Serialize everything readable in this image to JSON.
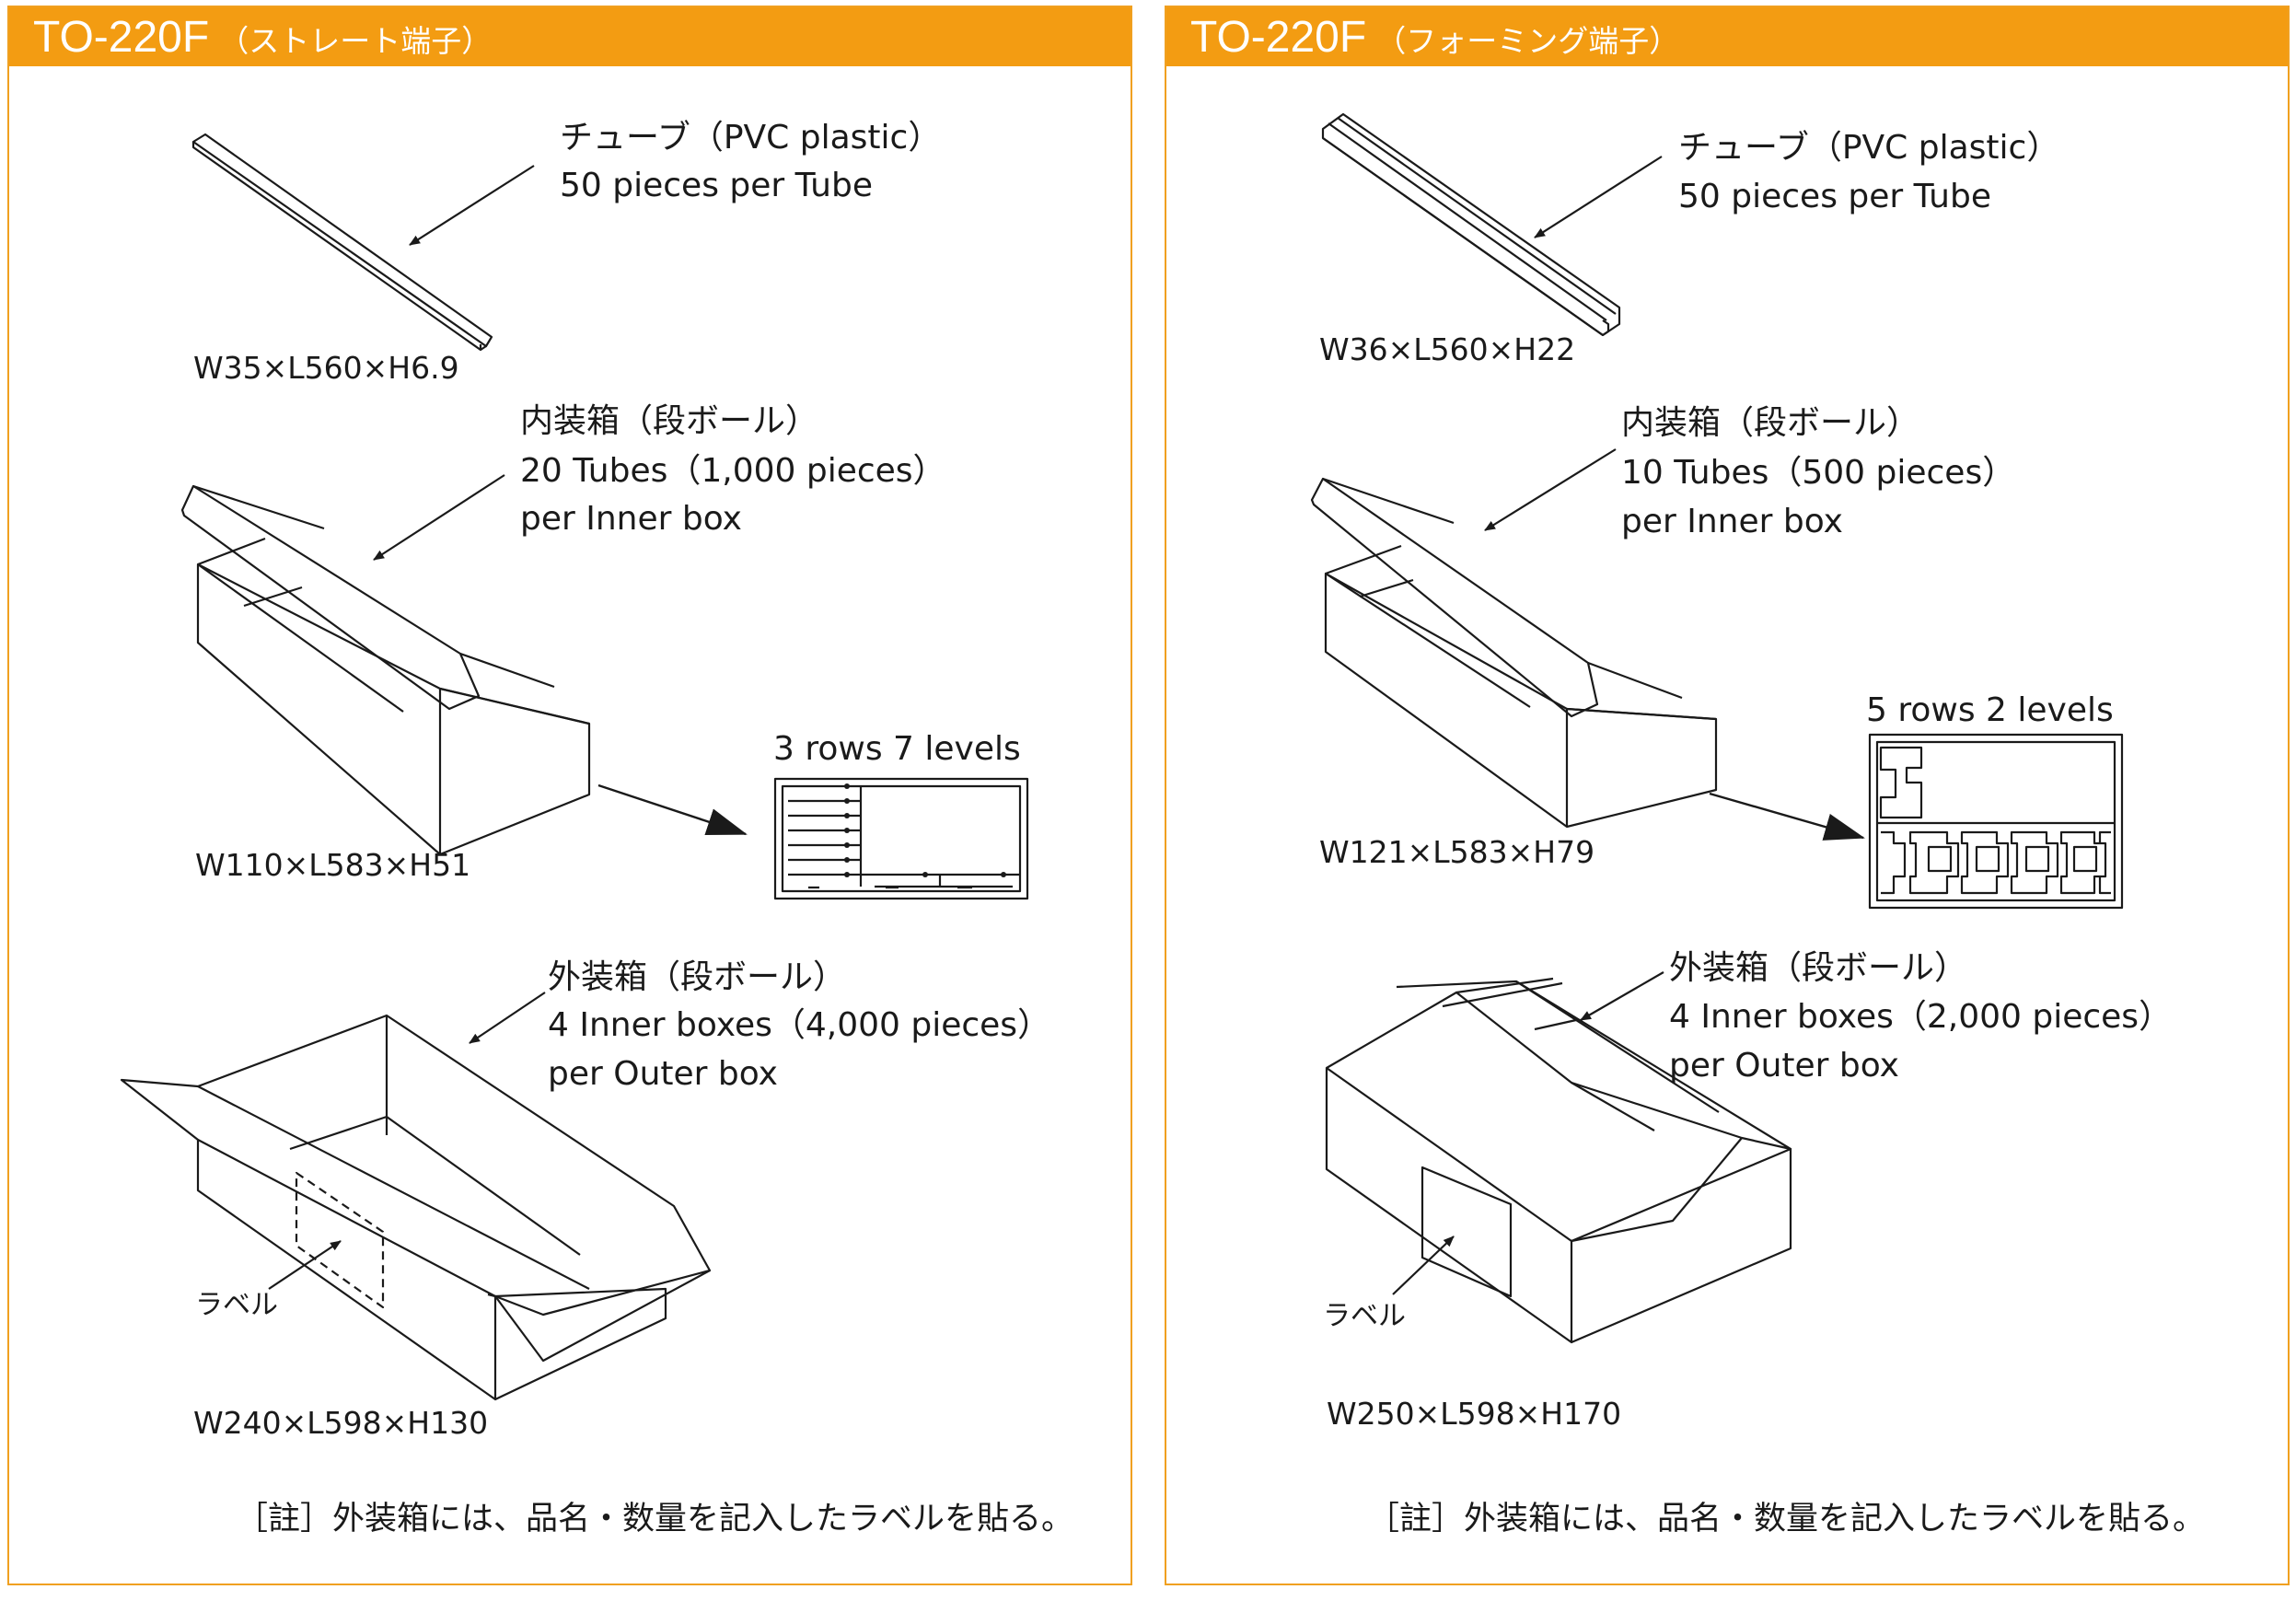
{
  "left": {
    "header": {
      "title": "TO-220F",
      "subtitle": "（ストレート端子）"
    },
    "tube": {
      "line1": "チューブ（PVC plastic）",
      "line2": "50 pieces per Tube",
      "dims": "W35×L560×H6.9"
    },
    "inner_box": {
      "line1": "内装箱（段ボール）",
      "line2": "20 Tubes（1,000 pieces）",
      "line3": "per Inner box",
      "dims": "W110×L583×H51"
    },
    "arrangement": "3 rows 7 levels",
    "outer_box": {
      "line1": "外装箱（段ボール）",
      "line2": "4 Inner boxes（4,000 pieces）",
      "line3": "per Outer box",
      "dims": "W240×L598×H130",
      "label": "ラベル"
    },
    "note": "［註］外装箱には、品名・数量を記入したラベルを貼る。"
  },
  "right": {
    "header": {
      "title": "TO-220F",
      "subtitle": "（フォーミング端子）"
    },
    "tube": {
      "line1": "チューブ（PVC plastic）",
      "line2": "50 pieces per Tube",
      "dims": "W36×L560×H22"
    },
    "inner_box": {
      "line1": "内装箱（段ボール）",
      "line2": "10 Tubes（500 pieces）",
      "line3": "per Inner box",
      "dims": "W121×L583×H79"
    },
    "arrangement": "5 rows 2 levels",
    "outer_box": {
      "line1": "外装箱（段ボール）",
      "line2": "4 Inner boxes（2,000 pieces）",
      "line3": "per Outer box",
      "dims": "W250×L598×H170",
      "label": "ラベル"
    },
    "note": "［註］外装箱には、品名・数量を記入したラベルを貼る。"
  },
  "colors": {
    "header": "#f39c12",
    "border": "#f0a020",
    "header_text": "#ffffff",
    "line": "#1a1a1a"
  }
}
